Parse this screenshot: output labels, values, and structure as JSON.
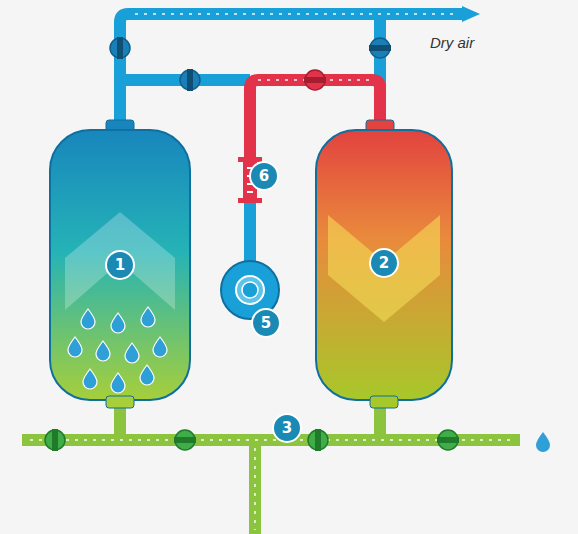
{
  "diagram": {
    "labels": [
      "Dry air",
      "1",
      "2",
      "3",
      "5",
      "6"
    ]
  }
}
